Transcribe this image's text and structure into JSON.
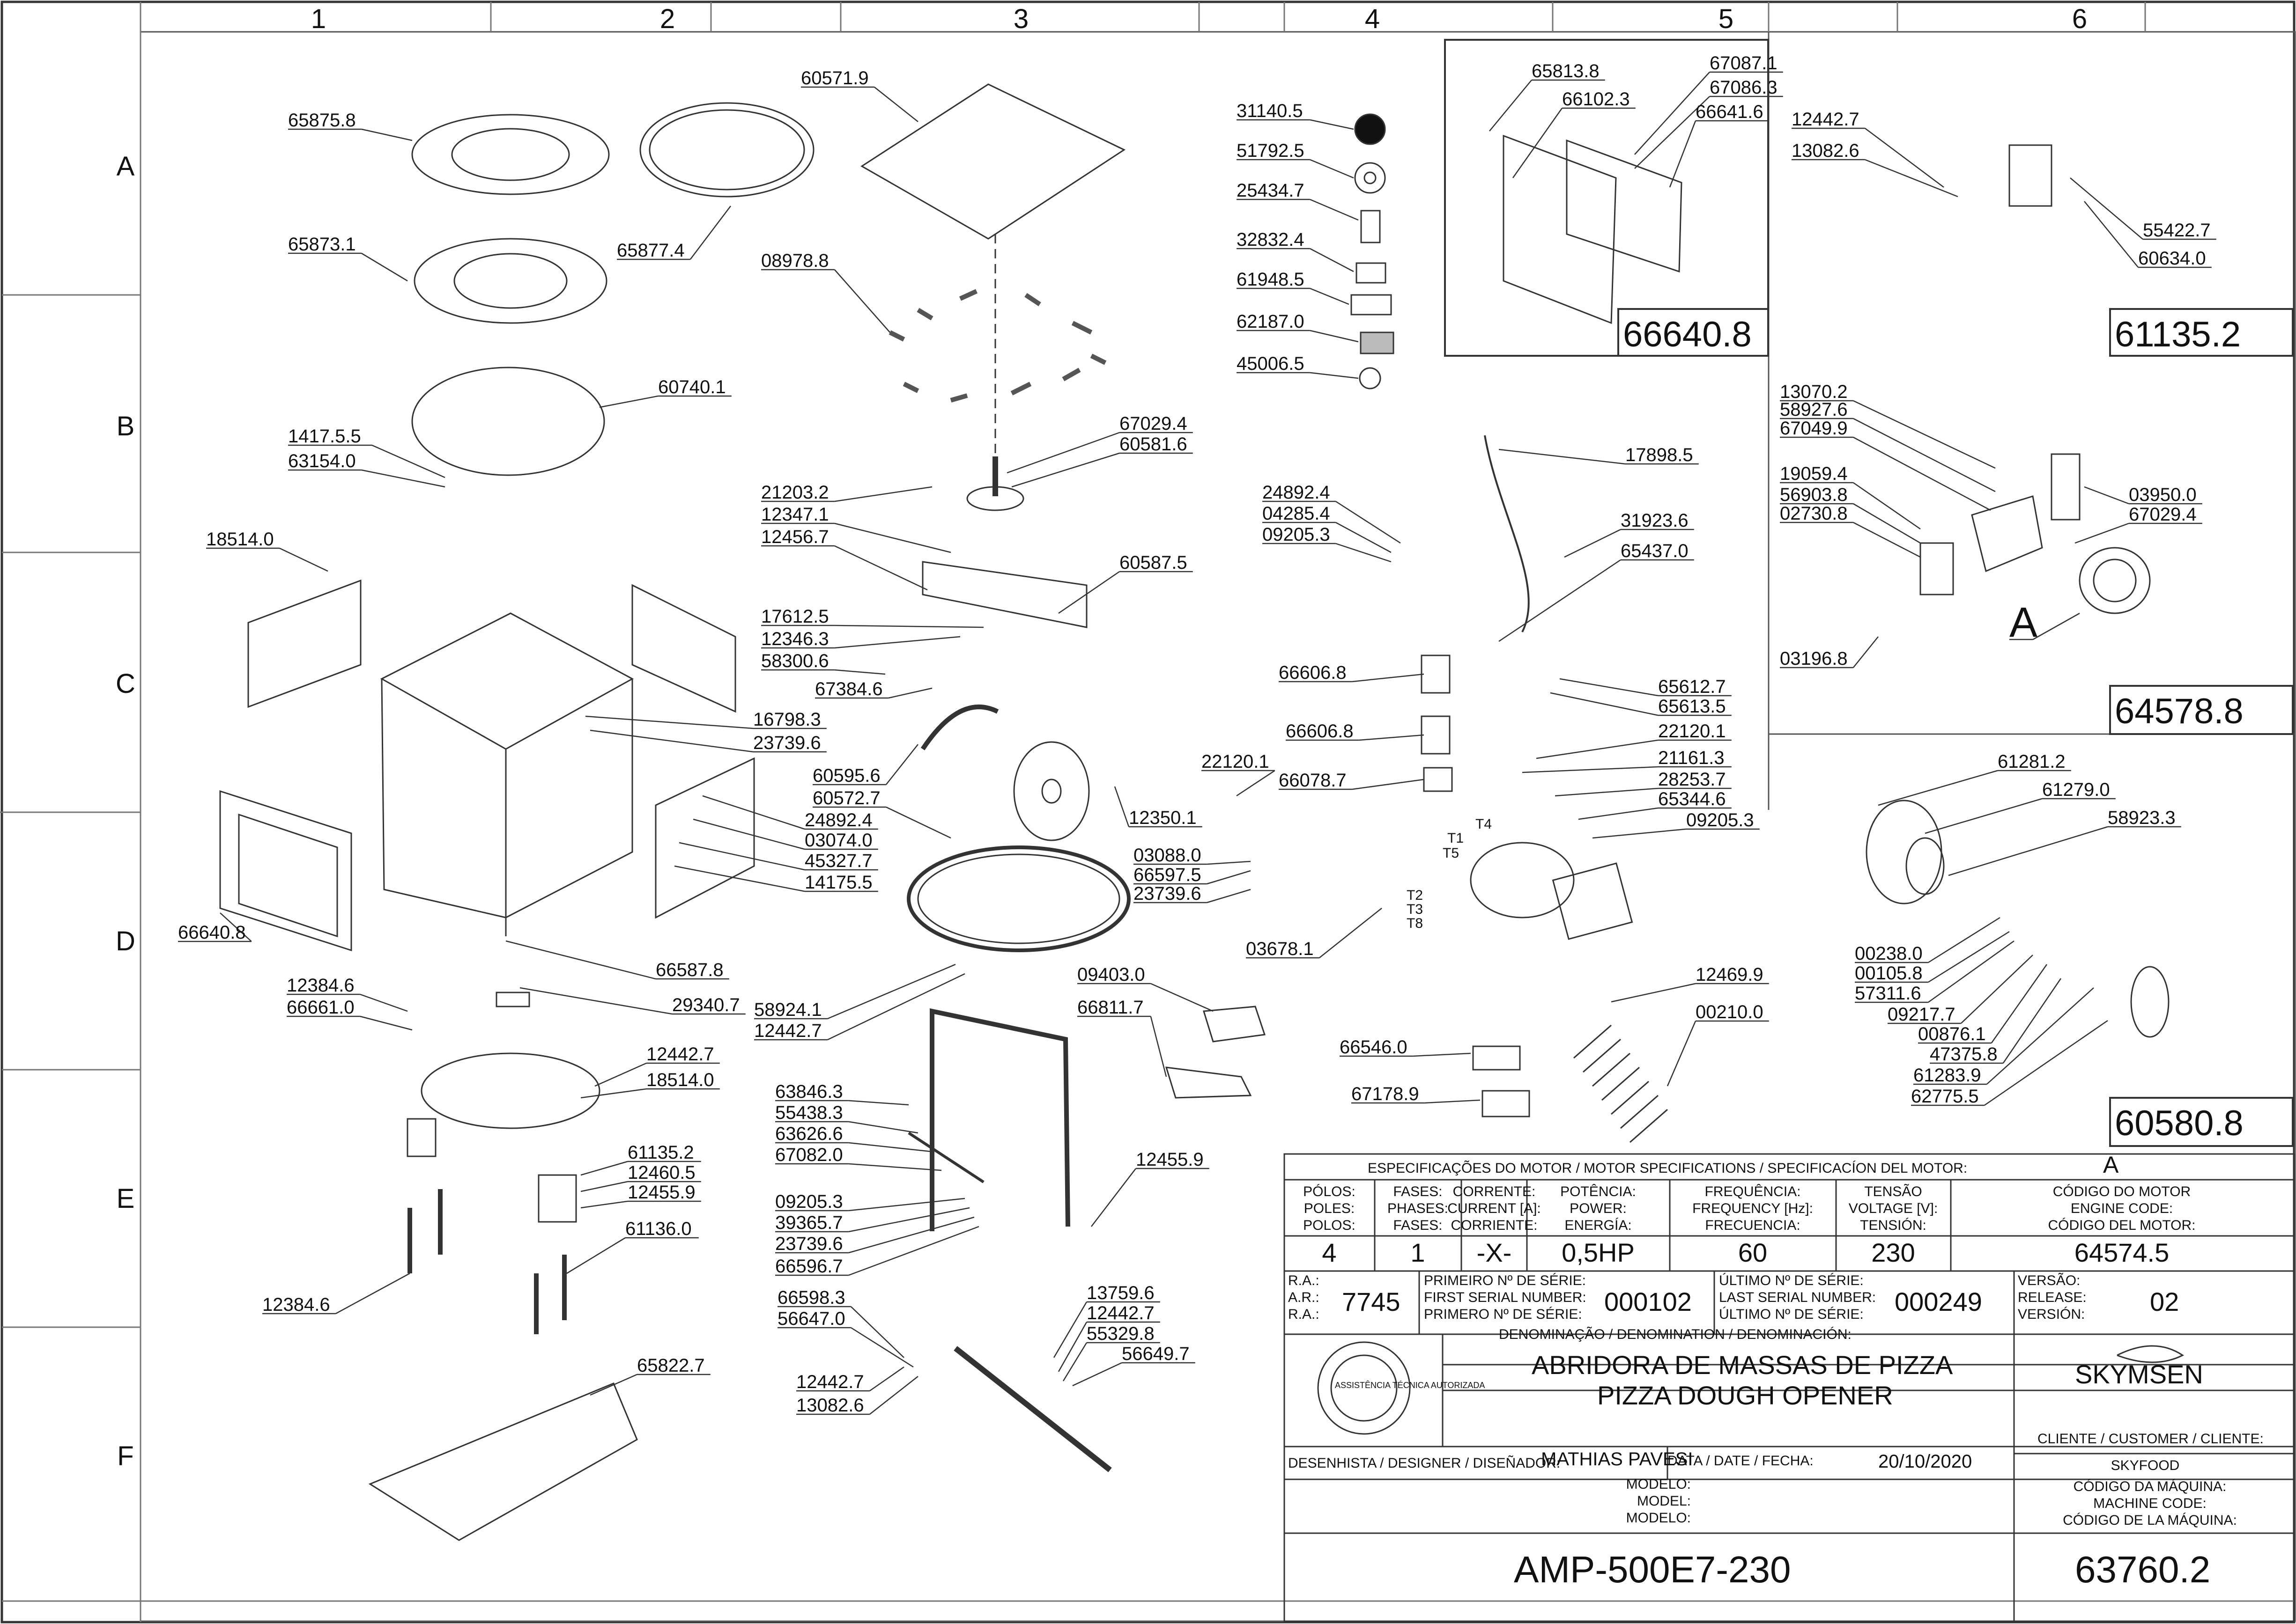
{
  "grid": {
    "cols": [
      "1",
      "2",
      "3",
      "4",
      "5",
      "6"
    ],
    "rows": [
      "A",
      "B",
      "C",
      "D",
      "E",
      "F"
    ]
  },
  "parts": [
    "65875.8",
    "60571.9",
    "31140.5",
    "65813.8",
    "67087.1",
    "67086.3",
    "66102.3",
    "66641.6",
    "12442.7",
    "13082.6",
    "51792.5",
    "25434.7",
    "65873.1",
    "65877.4",
    "08978.8",
    "32832.4",
    "61948.5",
    "62187.0",
    "45006.5",
    "55422.7",
    "60634.0",
    "60740.1",
    "1417.5.5",
    "63154.0",
    "67029.4",
    "60581.6",
    "21203.2",
    "12347.1",
    "12456.7",
    "18514.0",
    "60587.5",
    "17612.5",
    "12346.3",
    "58300.6",
    "67384.6",
    "16798.3",
    "23739.6",
    "60595.6",
    "60572.7",
    "24892.4",
    "03074.0",
    "45327.7",
    "14175.5",
    "12350.1",
    "03088.0",
    "66597.5",
    "23739.6",
    "66640.8",
    "66587.8",
    "29340.7",
    "12384.6",
    "66661.0",
    "58924.1",
    "12442.7",
    "09403.0",
    "66811.7",
    "12442.7",
    "18514.0",
    "63846.3",
    "55438.3",
    "63626.6",
    "67082.0",
    "12455.9",
    "61135.2",
    "12460.5",
    "12455.9",
    "61136.0",
    "09205.3",
    "39365.7",
    "23739.6",
    "66596.7",
    "12384.6",
    "66598.3",
    "56647.0",
    "13759.6",
    "12442.7",
    "55329.8",
    "56649.7",
    "12442.7",
    "13082.6",
    "65822.7",
    "17898.5",
    "24892.4",
    "04285.4",
    "09205.3",
    "31923.6",
    "65437.0",
    "66606.8",
    "65612.7",
    "65613.5",
    "66606.8",
    "22120.1",
    "22120.1",
    "66078.7",
    "21161.3",
    "28253.7",
    "65344.6",
    "09205.3",
    "03678.1",
    "12469.9",
    "00210.0",
    "66546.0",
    "67178.9",
    "13070.2",
    "58927.6",
    "67049.9",
    "19059.4",
    "56903.8",
    "02730.8",
    "03950.0",
    "67029.4",
    "03196.8",
    "A",
    "61281.2",
    "61279.0",
    "58923.3",
    "00238.0",
    "00105.8",
    "57311.6",
    "09217.7",
    "00876.1",
    "47375.8",
    "61283.9",
    "62775.5"
  ],
  "callout_wires": [
    "T4",
    "T1",
    "T5",
    "T2",
    "T3",
    "T8"
  ],
  "assembly_codes": [
    "66640.8",
    "61135.2",
    "64578.8",
    "60580.8"
  ],
  "motor_specs": {
    "header": "ESPECIFICAÇÕES DO MOTOR / MOTOR SPECIFICATIONS / SPECIFICACÍON DEL MOTOR:",
    "header_value": "A",
    "col1": [
      "PÓLOS:",
      "POLES:",
      "POLOS:"
    ],
    "col2": [
      "FASES:",
      "PHASES:",
      "FASES:"
    ],
    "col3": [
      "CORRENTE:",
      "CURRENT [A]:",
      "CORRIENTE:"
    ],
    "col4": [
      "POTÊNCIA:",
      "POWER:",
      "ENERGÍA:"
    ],
    "col5": [
      "FREQUÊNCIA:",
      "FREQUENCY [Hz]:",
      "FRECUENCIA:"
    ],
    "col6": [
      "TENSÃO",
      "VOLTAGE [V]:",
      "TENSIÓN:"
    ],
    "col7": [
      "CÓDIGO DO MOTOR",
      "ENGINE CODE:",
      "CÓDIGO DEL MOTOR:"
    ],
    "values": [
      "4",
      "1",
      "-X-",
      "0,5HP",
      "60",
      "230",
      "64574.5"
    ]
  },
  "serials": {
    "ra": [
      "R.A.:",
      "A.R.:",
      "R.A.:"
    ],
    "ra_value": "7745",
    "first": [
      "PRIMEIRO Nº DE SÉRIE:",
      "FIRST SERIAL NUMBER:",
      "PRIMERO Nº DE SÉRIE:"
    ],
    "first_value": "000102",
    "last": [
      "ÚLTIMO Nº DE SÉRIE:",
      "LAST SERIAL NUMBER:",
      "ÚLTIMO Nº DE SÉRIE:"
    ],
    "last_value": "000249",
    "version": [
      "VERSÃO:",
      "RELEASE:",
      "VERSIÓN:"
    ],
    "version_value": "02"
  },
  "denomination": {
    "label": "DENOMINAÇÃO / DENOMINATION / DENOMINACIÓN:",
    "pt": "ABRIDORA DE MASSAS DE PIZZA",
    "en": "PIZZA DOUGH OPENER"
  },
  "seal_text": "ASSISTÊNCIA TÉCNICA AUTORIZADA",
  "brand": "SKYMSEN",
  "customer": {
    "label": "CLIENTE / CUSTOMER / CLIENTE:",
    "value": "SKYFOOD"
  },
  "designer": {
    "label": "DESENHISTA / DESIGNER / DISEÑADOR:",
    "value": "MATHIAS PAVESI"
  },
  "date": {
    "label": "DATA / DATE / FECHA:",
    "value": "20/10/2020"
  },
  "model": {
    "labels": [
      "MODELO:",
      "MODEL:",
      "MODELO:"
    ],
    "value": "AMP-500E7-230"
  },
  "machine_code": {
    "labels": [
      "CÓDIGO DA MÁQUINA:",
      "MACHINE CODE:",
      "CÓDIGO DE LA MÁQUINA:"
    ],
    "value": "63760.2"
  }
}
